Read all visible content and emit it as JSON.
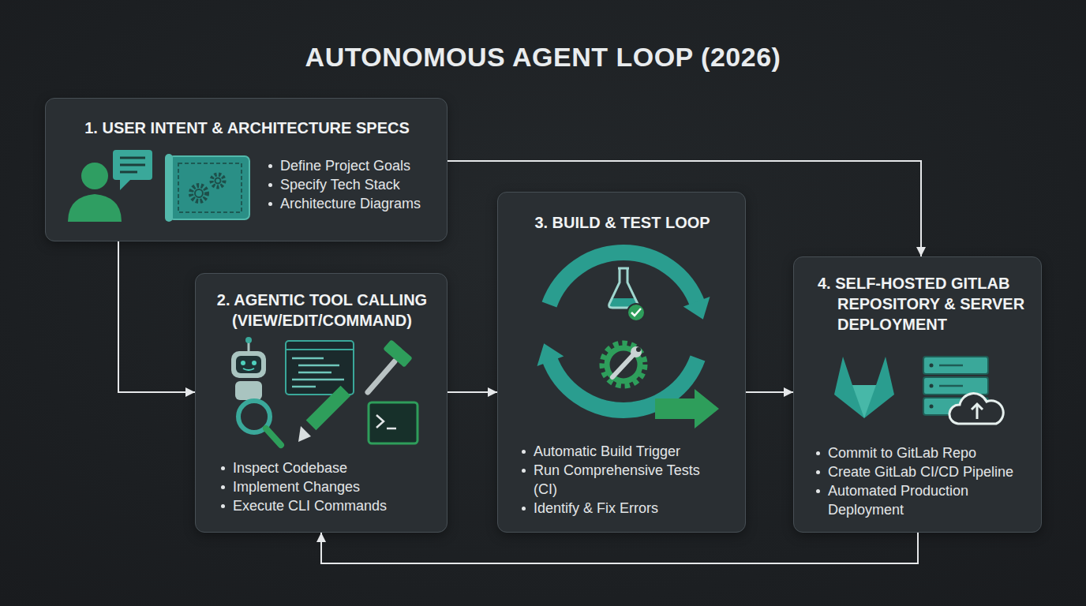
{
  "diagram": {
    "title": "AUTONOMOUS AGENT LOOP (2026)",
    "nodes": [
      {
        "text": [
          "1. USER INTENT & ARCHITECTURE SPECS",
          "Define Project Goals",
          "Specify Tech Stack",
          "Architecture Diagrams"
        ]
      },
      {
        "text": [
          "2. AGENTIC TOOL CALLING (VIEW/EDIT/COMMAND)",
          "Inspect Codebase",
          "Implement Changes",
          "Execute CLI Commands"
        ]
      },
      {
        "text": [
          "3. BUILD & TEST LOOP",
          "Automatic Build Trigger",
          "Run Comprehensive Tests (CI)",
          "Identify & Fix Errors"
        ]
      },
      {
        "text": [
          "4. SELF-HOSTED GITLAB REPOSITORY & SERVER DEPLOYMENT",
          "Commit to GitLab Repo",
          "Create GitLab CI/CD Pipeline",
          "Automated Production Deployment"
        ]
      }
    ],
    "edges": [
      {
        "from": 0,
        "to": 1,
        "arrow": "to"
      },
      {
        "from": 0,
        "to": 3,
        "arrow": "to"
      },
      {
        "from": 1,
        "to": 2,
        "arrow": "to"
      },
      {
        "from": 2,
        "to": 3,
        "arrow": "to"
      },
      {
        "from": 3,
        "to": 1,
        "arrow": "to"
      }
    ]
  }
}
